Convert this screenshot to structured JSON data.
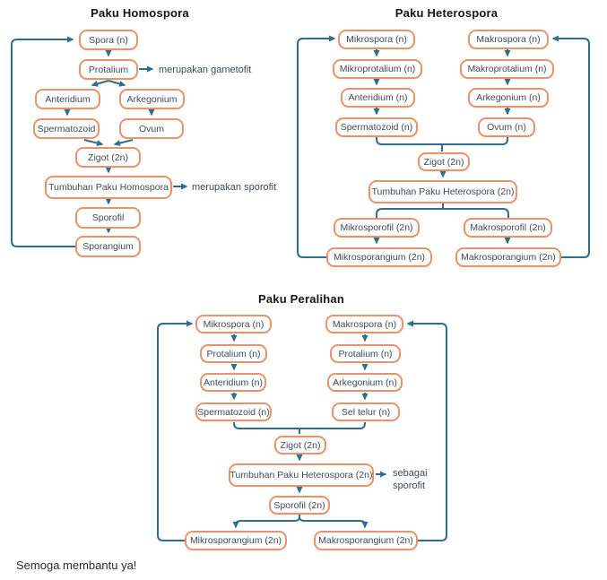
{
  "colors": {
    "box_border": "#E8936B",
    "box_fill": "#FFFFFF",
    "connector": "#2E6F8E",
    "box_text": "#3D4B57",
    "title_text": "#151515"
  },
  "footer": "Semoga membantu ya!",
  "charts": [
    {
      "title": "Paku Homospora",
      "nodes": {
        "spora": "Spora (n)",
        "protalium": "Protalium",
        "anteridium": "Anteridium",
        "arkegonium": "Arkegonium",
        "spermatozoid": "Spermatozoid",
        "ovum": "Ovum",
        "zigot": "Zigot (2n)",
        "tumbuhan": "Tumbuhan Paku Homospora",
        "sporofil": "Sporofil",
        "sporangium": "Sporangium"
      },
      "annotations": {
        "gametofit": "merupakan gametofit",
        "sporofit": "merupakan sporofit"
      }
    },
    {
      "title": "Paku Heterospora",
      "nodes": {
        "mikrospora": "Mikrospora (n)",
        "makrospora": "Makrospora (n)",
        "mikroprotalium": "Mikroprotalium (n)",
        "makroprotalium": "Makroprotalium (n)",
        "anteridium": "Anteridium (n)",
        "arkegonium": "Arkegonium (n)",
        "spermatozoid": "Spermatozoid (n)",
        "ovum": "Ovum (n)",
        "zigot": "Zigot (2n)",
        "tumbuhan": "Tumbuhan Paku Heterospora (2n)",
        "mikrosporofil": "Mikrosporofil (2n)",
        "makrosporofil": "Makrosporofil (2n)",
        "mikrosporangium": "Mikrosporangium (2n)",
        "makrosporangium": "Makrosporangium (2n)"
      }
    },
    {
      "title": "Paku Peralihan",
      "nodes": {
        "mikrospora": "Mikrospora (n)",
        "makrospora": "Makrospora (n)",
        "protalium_l": "Protalium (n)",
        "protalium_r": "Protalium (n)",
        "anteridium": "Anteridium (n)",
        "arkegonium": "Arkegonium (n)",
        "spermatozoid": "Spermatozoid (n)",
        "sel_telur": "Sel telur (n)",
        "zigot": "Zigot (2n)",
        "tumbuhan": "Tumbuhan Paku Heterospora (2n)",
        "sporofil": "Sporofil (2n)",
        "mikrosporangium": "Mikrosporangium (2n)",
        "makrosporangium": "Makrosporangium (2n)"
      },
      "annotations": {
        "sporofit": "sebagai\nsporofit"
      }
    }
  ]
}
